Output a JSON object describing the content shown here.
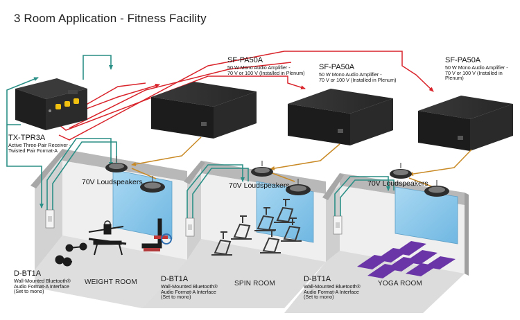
{
  "title": "3 Room Application - Fitness Facility",
  "receiver": {
    "model": "TX-TPR3A",
    "line1": "Active Three-Pair Receiver -",
    "line2": "Twisted Pair Format-A"
  },
  "amplifiers": [
    {
      "model": "SF-PA50A",
      "line1": "50 W Mono Audio Amplifier -",
      "line2": "70 V or 100 V (Installed in Plenum)"
    },
    {
      "model": "SF-PA50A",
      "line1": "50 W Mono Audio Amplifier -",
      "line2": "70 V or 100 V (Installed in Plenum)"
    },
    {
      "model": "SF-PA50A",
      "line1": "50 W Mono Audio Amplifier -",
      "line2": "70 V or 100 V (Installed in Plenum)"
    }
  ],
  "interfaces": [
    {
      "model": "D-BT1A",
      "line1": "Wall-Mounted Bluetooth®",
      "line2": "Audio Format-A Interface",
      "line3": "(Set to mono)"
    },
    {
      "model": "D-BT1A",
      "line1": "Wall-Mounted Bluetooth®",
      "line2": "Audio Format-A Interface",
      "line3": "(Set to mono)"
    },
    {
      "model": "D-BT1A",
      "line1": "Wall-Mounted Bluetooth®",
      "line2": "Audio Format-A Interface",
      "line3": "(Set to mono)"
    }
  ],
  "speaker_label": "70V Loudspeakers",
  "rooms": [
    "WEIGHT ROOM",
    "SPIN ROOM",
    "YOGA ROOM"
  ],
  "colors": {
    "signal_line": "#d9242b",
    "interface_line": "#2a8f86",
    "speaker_line": "#c98a25",
    "mirror": "#8ec9ea",
    "yoga_mat": "#6a35a7",
    "equipment": "#1c1c1c"
  }
}
